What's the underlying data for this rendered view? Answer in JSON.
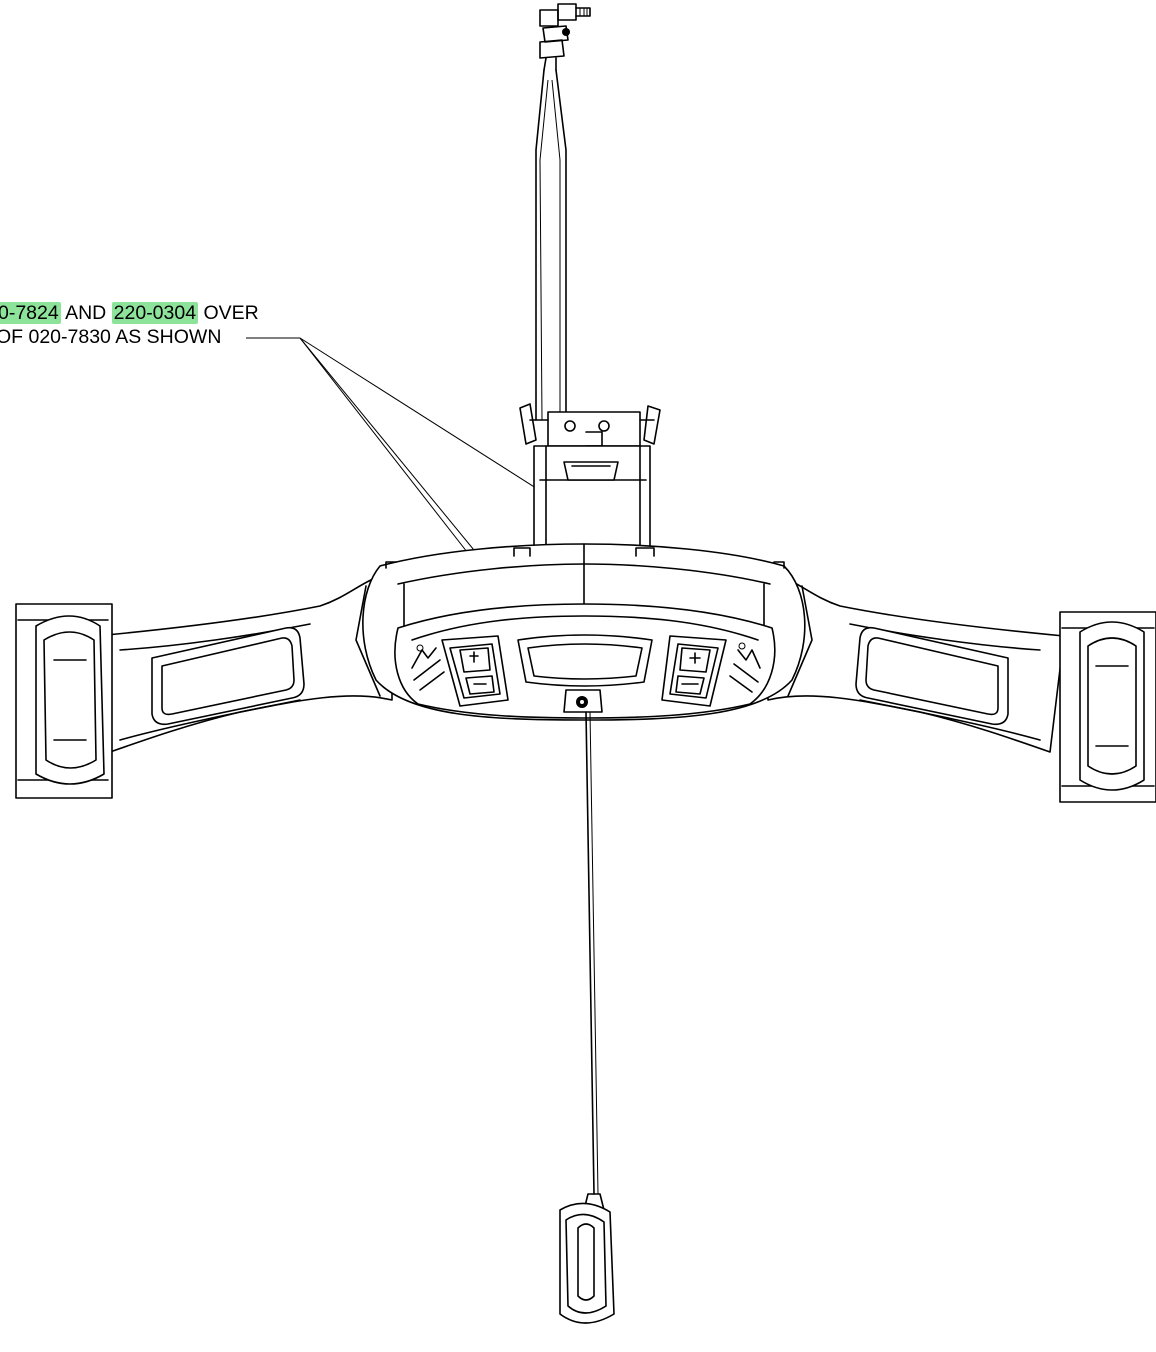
{
  "callout": {
    "part_a": "0-7824",
    "and_word": "AND",
    "part_b": "220-0304",
    "over_word": "OVER",
    "line2": "OF 020-7830 AS SHOWN"
  }
}
